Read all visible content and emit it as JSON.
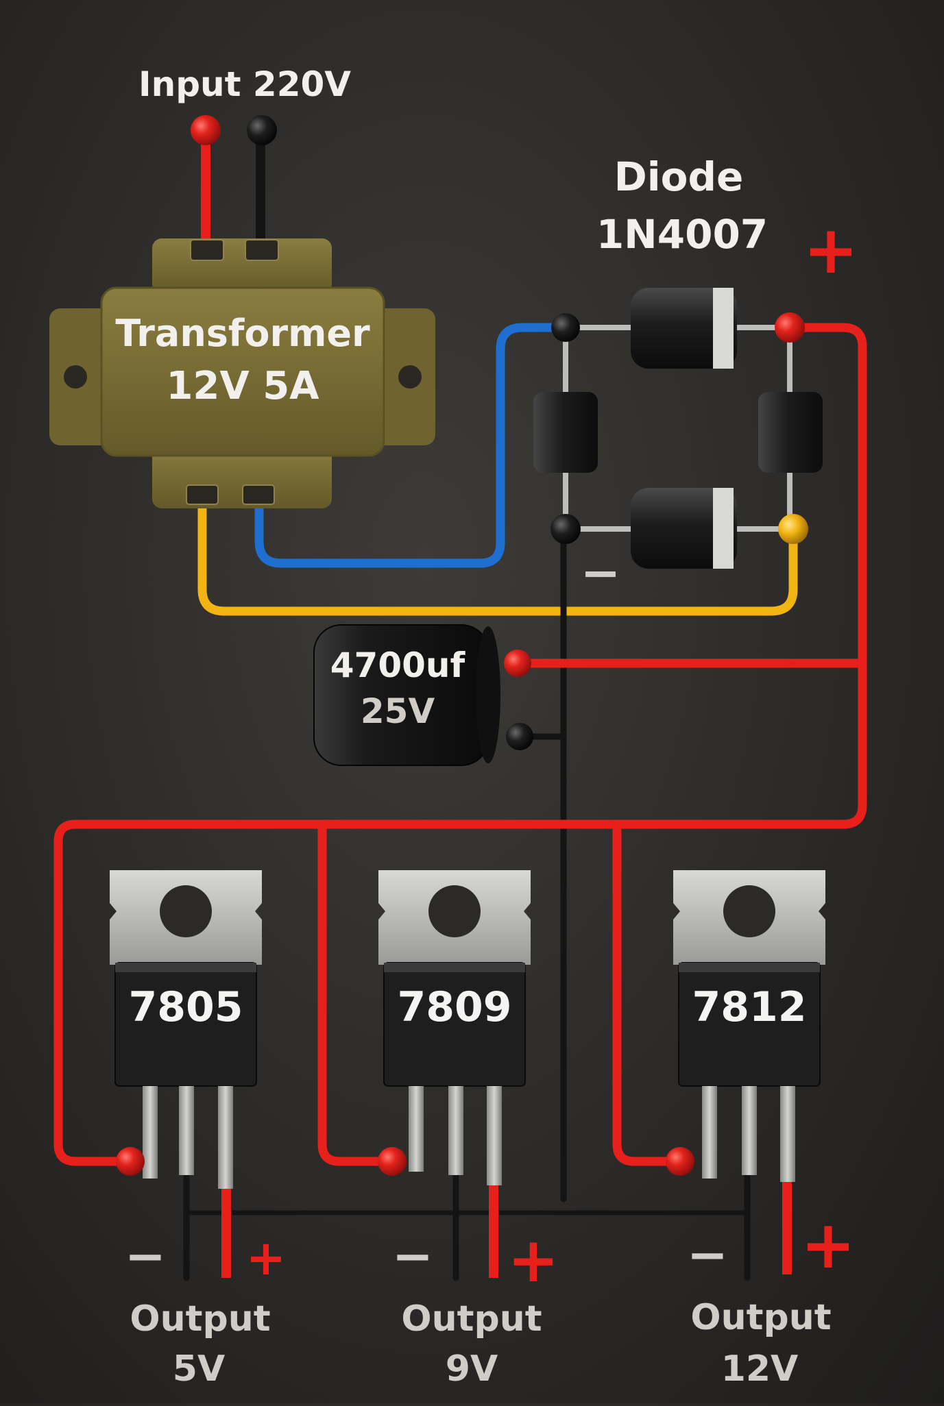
{
  "input": {
    "label": "Input 220V"
  },
  "transformer": {
    "line1": "Transformer",
    "line2": "12V 5A"
  },
  "diode": {
    "line1": "Diode",
    "line2": "1N4007"
  },
  "bridge": {
    "plus_sign": "+",
    "minus_sign": "−"
  },
  "capacitor": {
    "line1": "4700uf",
    "line2": "25V"
  },
  "regulators": [
    {
      "part": "7805",
      "output_word": "Output",
      "output_value": "5V",
      "minus_sign": "−",
      "plus_sign": "+"
    },
    {
      "part": "7809",
      "output_word": "Output",
      "output_value": "9V",
      "minus_sign": "−",
      "plus_sign": "+"
    },
    {
      "part": "7812",
      "output_word": "Output",
      "output_value": "12V",
      "minus_sign": "−",
      "plus_sign": "+"
    }
  ],
  "colors": {
    "wire_positive": "#e8201c",
    "wire_ground": "#141414",
    "wire_ac_blue": "#1f6fd1",
    "wire_ac_yellow": "#f2b413",
    "transformer_body": "#7a6e35",
    "background": "#2c2a28"
  }
}
